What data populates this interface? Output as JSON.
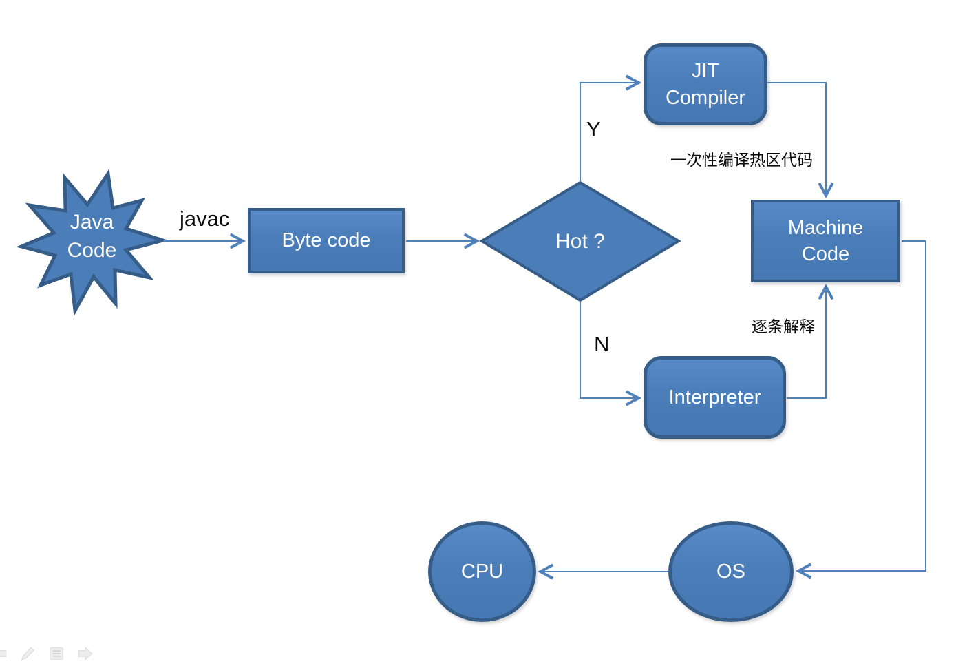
{
  "canvas": {
    "background": "#ffffff"
  },
  "colors": {
    "shape_fill": "#4b7db9",
    "shape_border": "#365d88",
    "connector": "#4f81bd",
    "shape_text": "#ffffff",
    "label_text": "#0a0a0a"
  },
  "nodes": {
    "java_code": {
      "label": "Java\nCode",
      "shape": "explosion-star"
    },
    "byte_code": {
      "label": "Byte code",
      "shape": "rectangle"
    },
    "hot": {
      "label": "Hot ?",
      "shape": "diamond"
    },
    "jit_compiler": {
      "label": "JIT\nCompiler",
      "shape": "rounded-rectangle"
    },
    "machine_code": {
      "label": "Machine\nCode",
      "shape": "rectangle"
    },
    "interpreter": {
      "label": "Interpreter",
      "shape": "rounded-rectangle"
    },
    "os": {
      "label": "OS",
      "shape": "ellipse"
    },
    "cpu": {
      "label": "CPU",
      "shape": "ellipse"
    }
  },
  "edge_labels": {
    "javac": "javac",
    "hot_yes": "Y",
    "hot_no": "N",
    "jit_note": "一次性编译热区代码",
    "interpret_note": "逐条解释"
  },
  "footer_icons": [
    {
      "name": "previous-slide-icon"
    },
    {
      "name": "pen-tool-icon"
    },
    {
      "name": "slide-menu-icon"
    },
    {
      "name": "next-slide-icon"
    }
  ]
}
